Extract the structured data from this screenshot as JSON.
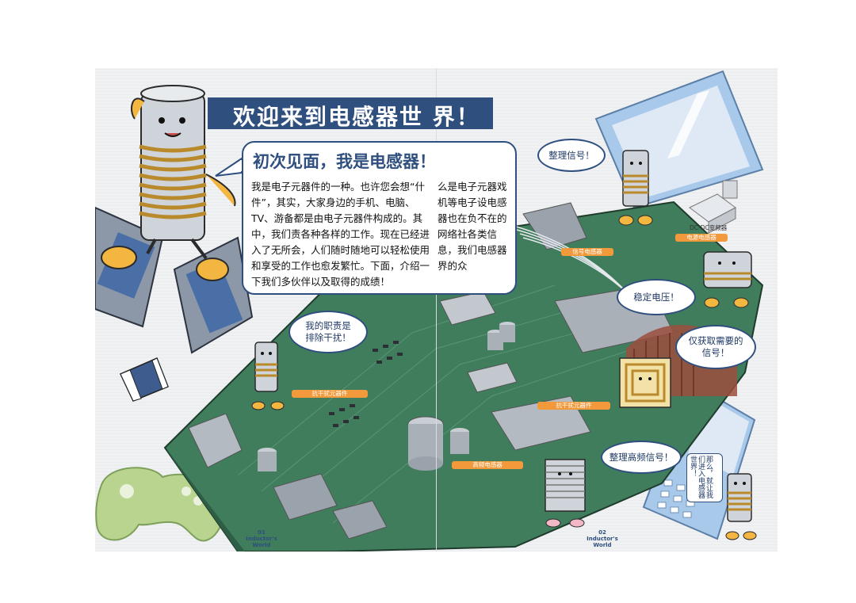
{
  "title": "欢迎来到电感器世 界！",
  "intro": {
    "heading": "初次见面，我是电感器！",
    "left_text": "我是电子元器件的一种。也许您会想“什件”，其实，大家身边的手机、电脑、TV、游备都是由电子元器件构成的。其中，我们责各种各样的工作。现在已经进入了无所会，人们随时随地可以轻松使用和享受的工作也愈发繁忙。下面，介绍一下我们多伙伴以及取得的成绩！",
    "right_text": "么是电子元器戏机等电子设电感器也在负不在的网络社各类信息，我们电感器界的众"
  },
  "bubbles": {
    "b1": "整理信号！",
    "b2": "稳定电压！",
    "b3": "仅获取需要的信号！",
    "b4": "我的职责是排除干扰！",
    "b5": "整理高频信号！",
    "b6": "那么，就让我们进入电感器世界！"
  },
  "labels": {
    "l1": "信号电感器",
    "l2": "电源电感器",
    "dcdc": "DC-DC变频器",
    "l3": "抗干扰元器件",
    "l4": "抗干扰元器件",
    "l5": "高频电感器"
  },
  "pages": {
    "left_num": "01",
    "left_name": "Inductor's World",
    "right_num": "02",
    "right_name": "Inductor's World"
  },
  "colors": {
    "navy": "#2f4f7f",
    "pcb": "#3f7d5c",
    "orange": "#f29a3b",
    "lightblue": "#9cc3e6"
  }
}
